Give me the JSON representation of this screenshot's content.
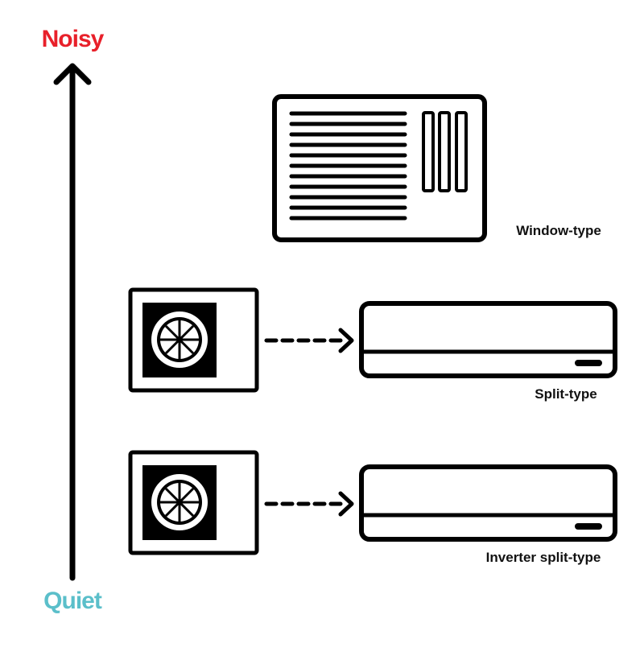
{
  "scale": {
    "top_label": "Noisy",
    "bottom_label": "Quiet",
    "top_color": "#e8202a",
    "bottom_color": "#5bbfca"
  },
  "units": [
    {
      "label": "Window-type",
      "icon": "window-ac-icon"
    },
    {
      "label": "Split-type",
      "icon": "split-ac-icon"
    },
    {
      "label": "Inverter split-type",
      "icon": "inverter-split-ac-icon"
    }
  ]
}
